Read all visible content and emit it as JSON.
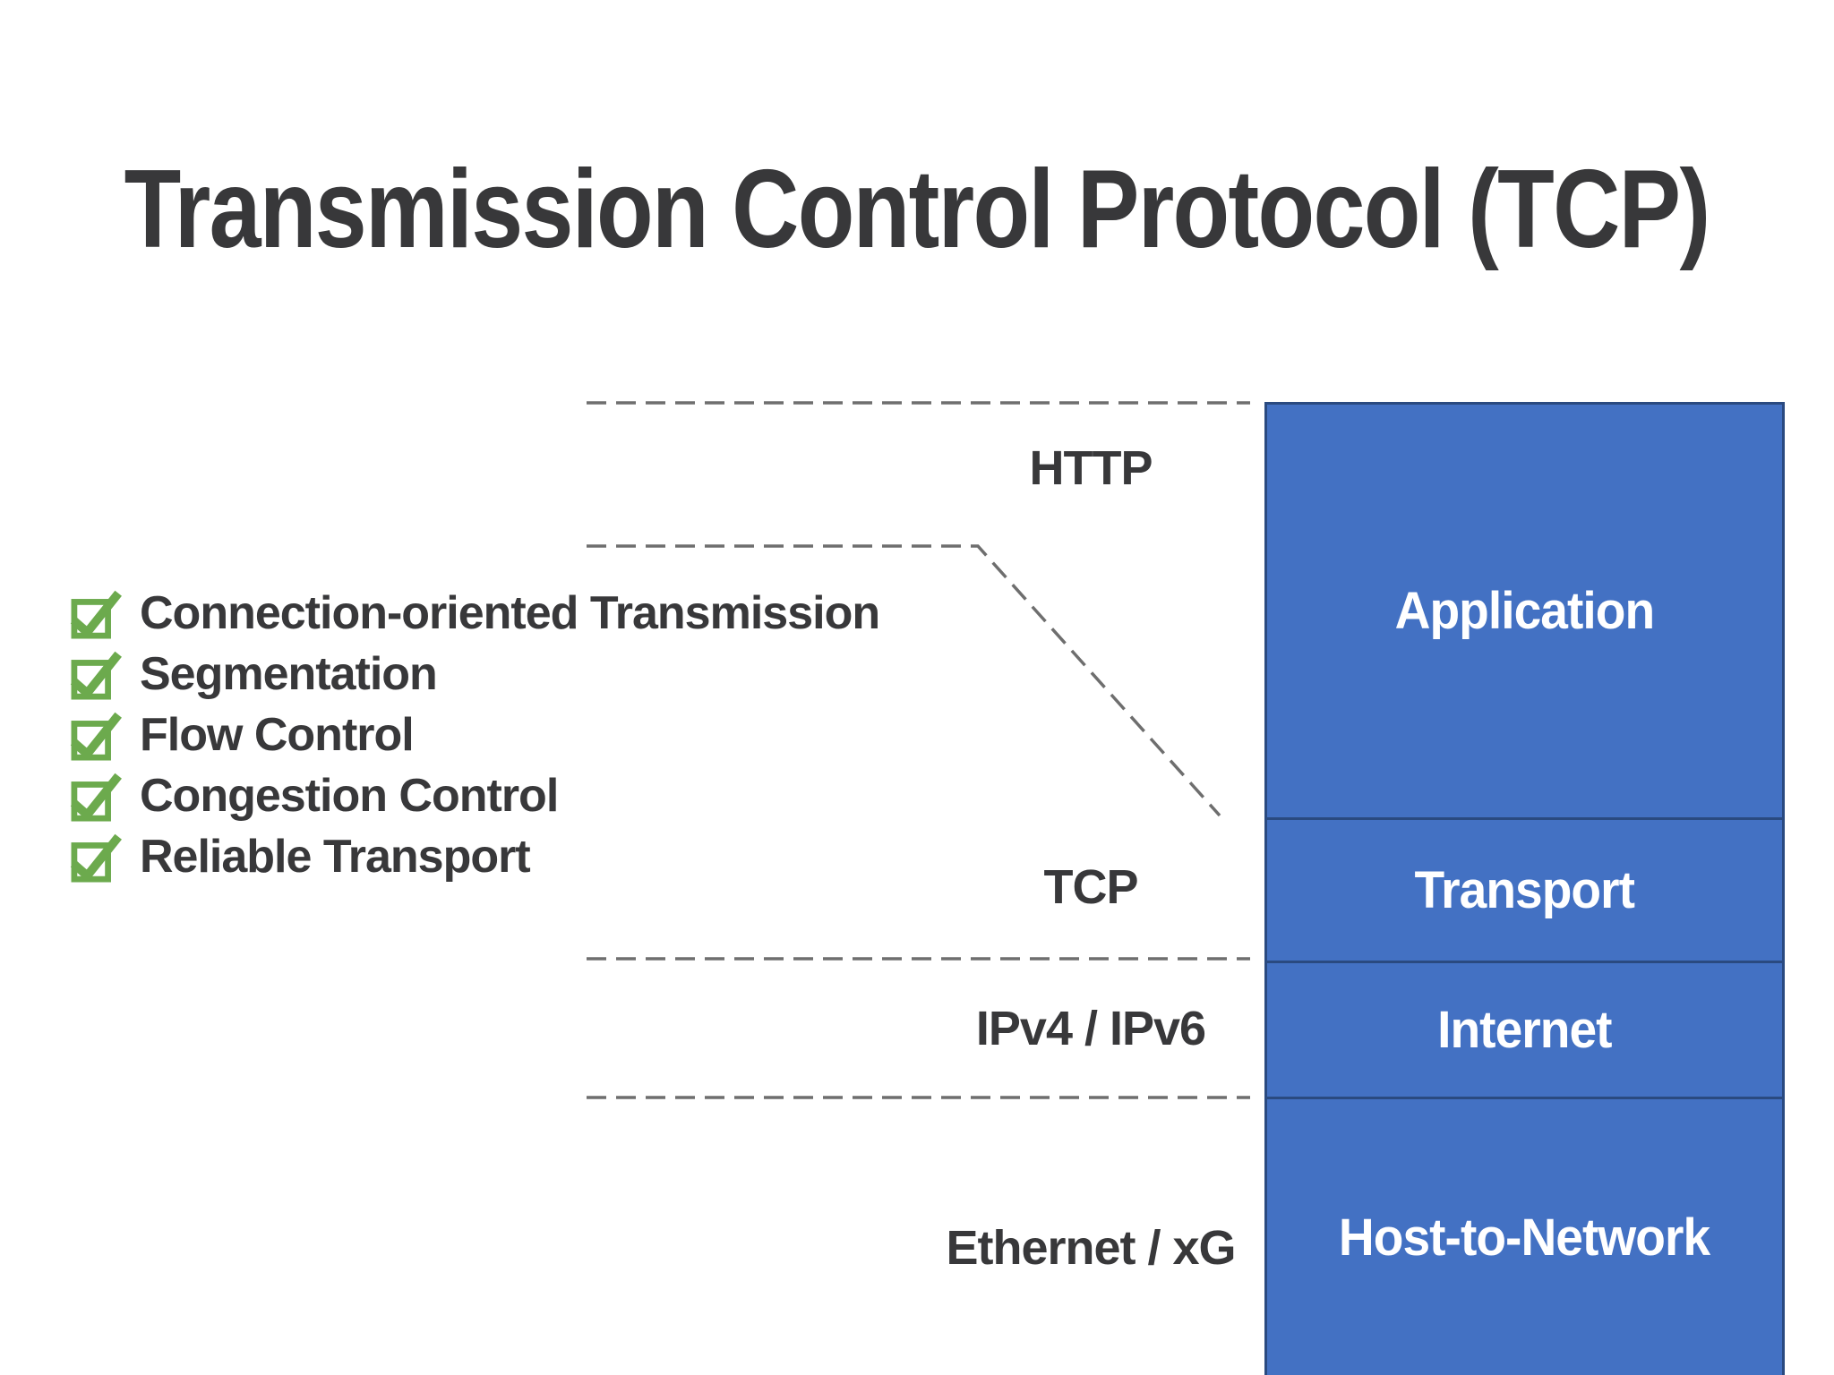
{
  "title": "Transmission Control Protocol (TCP)",
  "checklist": {
    "items": [
      {
        "label": "Connection-oriented Transmission",
        "checked": true
      },
      {
        "label": "Segmentation",
        "checked": true
      },
      {
        "label": "Flow Control",
        "checked": true
      },
      {
        "label": "Congestion Control",
        "checked": true
      },
      {
        "label": "Reliable Transport",
        "checked": true
      }
    ]
  },
  "stack": {
    "layers": [
      {
        "name": "Application",
        "protocol": "HTTP"
      },
      {
        "name": "Transport",
        "protocol": "TCP"
      },
      {
        "name": "Internet",
        "protocol": "IPv4 / IPv6"
      },
      {
        "name": "Host-to-Network",
        "protocol": "Ethernet / xG"
      }
    ]
  },
  "colors": {
    "accent_blue": "#4371c3",
    "border_navy": "#2a4a80",
    "check_green": "#6caa4d",
    "text_dark": "#38383a",
    "dash_gray": "#6e6e6e"
  }
}
